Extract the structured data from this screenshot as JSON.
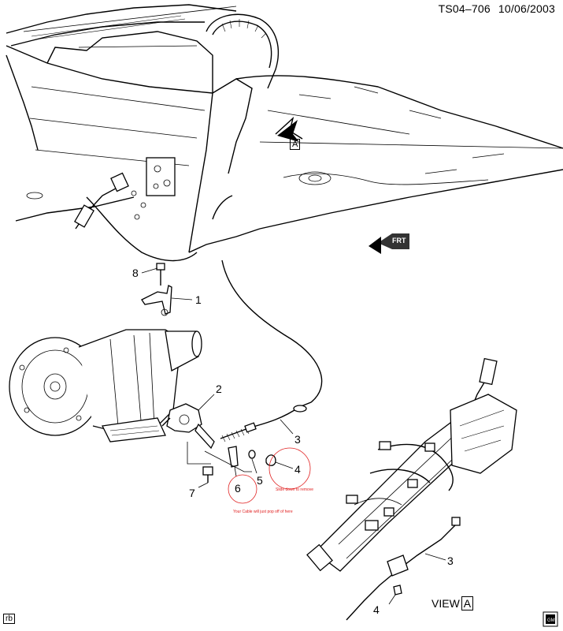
{
  "header": {
    "doc_id": "TS04–706",
    "date": "10/06/2003"
  },
  "callouts": {
    "c1": "1",
    "c2": "2",
    "c3": "3",
    "c4": "4",
    "c5": "5",
    "c6": "6",
    "c7": "7",
    "c8": "8",
    "c3b": "3",
    "c4b": "4"
  },
  "notes": {
    "slide_down": "Slide down to remove",
    "cable_pop": "Your Cable will just pop off of here"
  },
  "view_marker": {
    "word": "VIEW",
    "letter": "A"
  },
  "arrow_view": {
    "letter": "A"
  },
  "front_arrow": {
    "label": "FRT"
  },
  "corner_tag": {
    "label": "rb"
  },
  "colors": {
    "annotation": "#e02020",
    "line": "#000000"
  },
  "icons": [
    "gm-logo-icon",
    "view-arrow-icon",
    "front-arrow-icon"
  ]
}
